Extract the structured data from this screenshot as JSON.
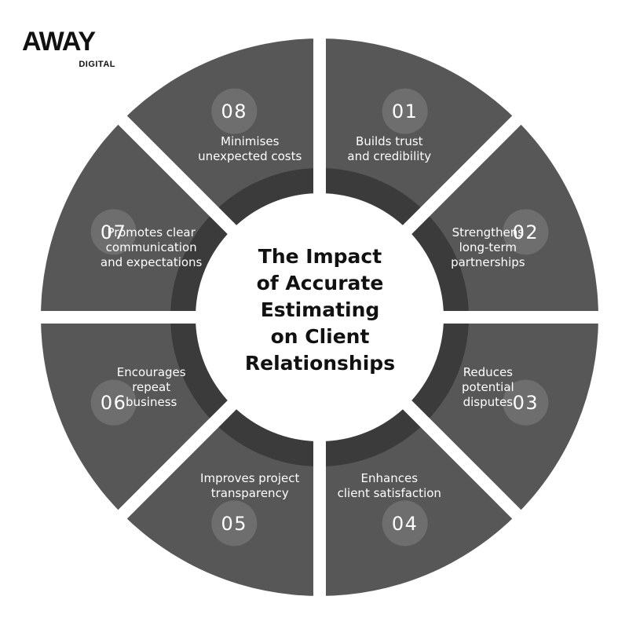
{
  "logo": {
    "brand": "AWAY",
    "sub": "DIGITAL"
  },
  "title_lines": [
    "The Impact",
    "of Accurate",
    "Estimating",
    "on Client",
    "Relationships"
  ],
  "colors": {
    "segment": "#575757",
    "inner_ring": "#3b3b3b",
    "badge": "#6e6e6e",
    "center": "#ffffff",
    "text": "#ffffff",
    "title": "#111111"
  },
  "segments": [
    {
      "number": "01",
      "lines": [
        "Builds trust",
        "and credibility"
      ]
    },
    {
      "number": "02",
      "lines": [
        "Strengthens",
        "long-term",
        "partnerships"
      ]
    },
    {
      "number": "03",
      "lines": [
        "Reduces",
        "potential",
        "disputes"
      ]
    },
    {
      "number": "04",
      "lines": [
        "Enhances",
        "client satisfaction"
      ]
    },
    {
      "number": "05",
      "lines": [
        "Improves project",
        "transparency"
      ]
    },
    {
      "number": "06",
      "lines": [
        "Encourages",
        "repeat",
        "business"
      ]
    },
    {
      "number": "07",
      "lines": [
        "Promotes clear",
        "communication",
        "and expectations"
      ]
    },
    {
      "number": "08",
      "lines": [
        "Minimises",
        "unexpected costs"
      ]
    }
  ]
}
